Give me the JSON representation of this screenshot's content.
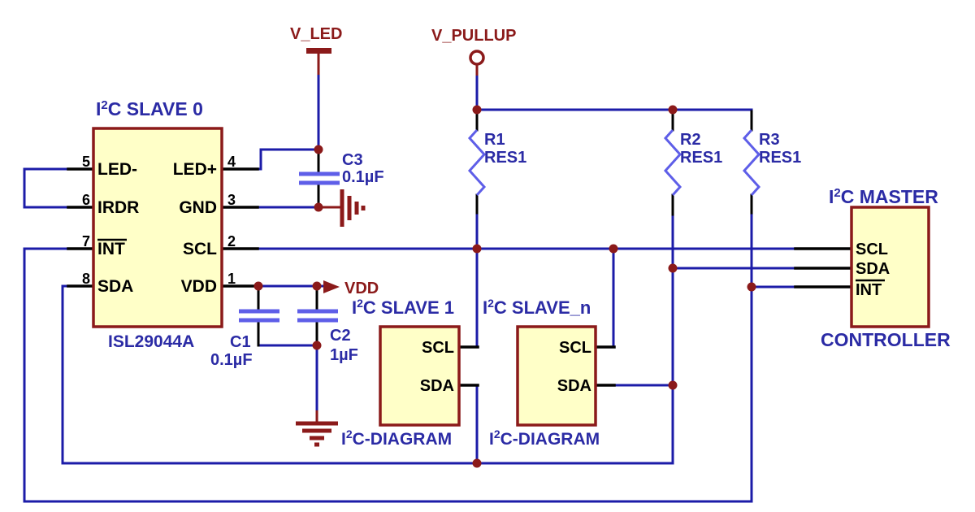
{
  "schematic": {
    "type": "I2C bus connection schematic",
    "background": "#FFFFFF"
  },
  "colors": {
    "wire_blue": "#1C1CA8",
    "component_blue": "#5E5EE8",
    "dark_red": "#8B1A1A",
    "label_navy": "#2B2BA5",
    "pin_black": "#000000",
    "ic_fill": "#FFFFC8"
  },
  "power": {
    "v_led": "V_LED",
    "v_pullup": "V_PULLUP",
    "vdd": "VDD"
  },
  "slave0": {
    "title_pre": "I",
    "title_sup": "2",
    "title_post": "C SLAVE 0",
    "part": "ISL29044A",
    "pins_left": [
      {
        "number": "5",
        "name": "LED-"
      },
      {
        "number": "6",
        "name": "IRDR"
      },
      {
        "number": "7",
        "name": "INT"
      },
      {
        "number": "8",
        "name": "SDA"
      }
    ],
    "pins_right": [
      {
        "number": "4",
        "name": "LED+"
      },
      {
        "number": "3",
        "name": "GND"
      },
      {
        "number": "2",
        "name": "SCL"
      },
      {
        "number": "1",
        "name": "VDD"
      }
    ]
  },
  "slave1": {
    "title_pre": "I",
    "title_sup": "2",
    "title_post": "C SLAVE 1",
    "pins": [
      "SCL",
      "SDA"
    ],
    "caption_pre": "I",
    "caption_sup": "2",
    "caption_post": "C-DIAGRAM"
  },
  "slave_n": {
    "title_pre": "I",
    "title_sup": "2",
    "title_post": "C SLAVE_n",
    "pins": [
      "SCL",
      "SDA"
    ],
    "caption_pre": "I",
    "caption_sup": "2",
    "caption_post": "C-DIAGRAM"
  },
  "master": {
    "title_pre": "I",
    "title_sup": "2",
    "title_post": "C MASTER",
    "pins": [
      "SCL",
      "SDA",
      "INT"
    ],
    "caption": "CONTROLLER"
  },
  "resistors": [
    {
      "ref": "R1",
      "value": "RES1"
    },
    {
      "ref": "R2",
      "value": "RES1"
    },
    {
      "ref": "R3",
      "value": "RES1"
    }
  ],
  "capacitors": [
    {
      "ref": "C1",
      "value": "0.1µF"
    },
    {
      "ref": "C2",
      "value": "1µF"
    },
    {
      "ref": "C3",
      "value": "0.1µF"
    }
  ]
}
